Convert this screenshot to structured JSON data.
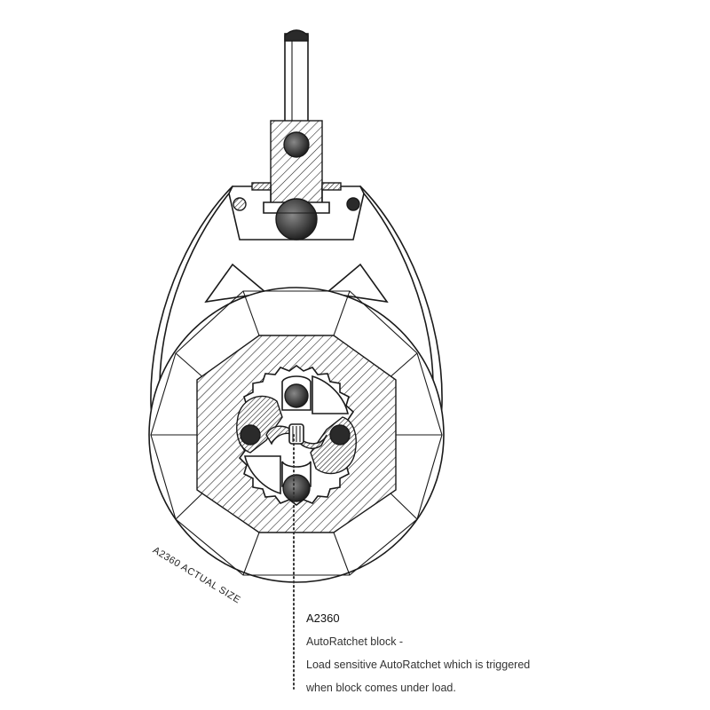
{
  "labels": {
    "actual_size": "A2360 ACTUAL SIZE",
    "model": "A2360",
    "product": "AutoRatchet block -",
    "description_line1": "Load sensitive AutoRatchet which is triggered",
    "description_line2": "when block comes under load."
  },
  "colors": {
    "line": "#1a1a1a",
    "fill": "#ffffff",
    "text": "#333333"
  }
}
